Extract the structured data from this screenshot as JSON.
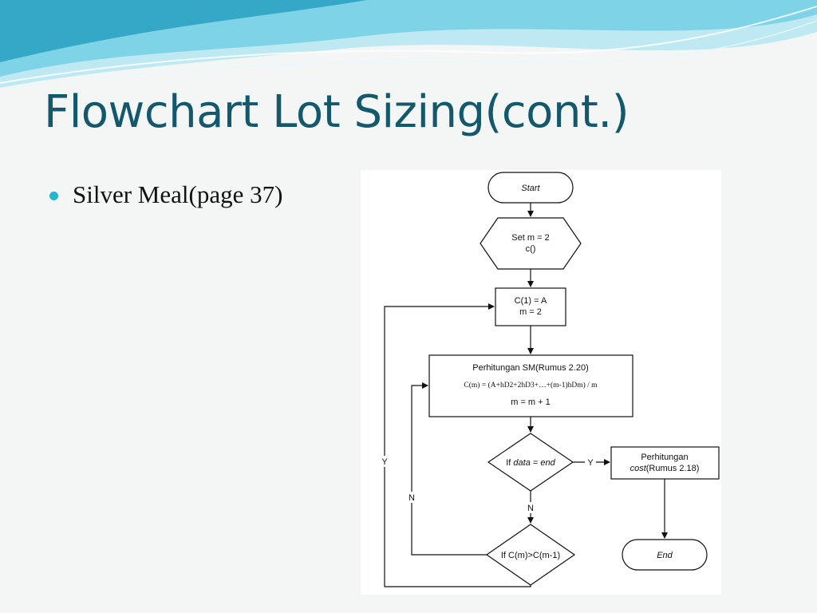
{
  "slide": {
    "title": "Flowchart Lot Sizing(cont.)",
    "bullet": "Silver Meal(page 37)"
  },
  "flowchart": {
    "start": "Start",
    "setup_line1": "Set m = 2",
    "setup_line2": "c()",
    "init_line1": "C(1) = A",
    "init_line2": "m = 2",
    "calc_title": "Perhitungan SM(Rumus 2.20)",
    "calc_formula": "C(m) = (A+hD2+2hD3+…+(m-1)hDm) / m",
    "calc_increment": "m = m + 1",
    "decision_data_prefix": "If ",
    "decision_data_var": "data",
    "decision_data_mid": " = ",
    "decision_data_end": "end",
    "cost_line1": "Perhitungan",
    "cost_line2_italic": "cost",
    "cost_line2_rest": "(Rumus 2.18)",
    "decision_cost": "If C(m)>C(m-1)",
    "end": "End",
    "label_yes_right": "Y",
    "label_no_down": "N",
    "label_no_loop": "N",
    "label_yes_loop": "Y"
  },
  "colors": {
    "title": "#13586b",
    "bullet": "#26b5cf",
    "wave_light": "#bfe9f2",
    "wave_mid": "#7fd3e6",
    "wave_dark": "#35a8c8"
  }
}
